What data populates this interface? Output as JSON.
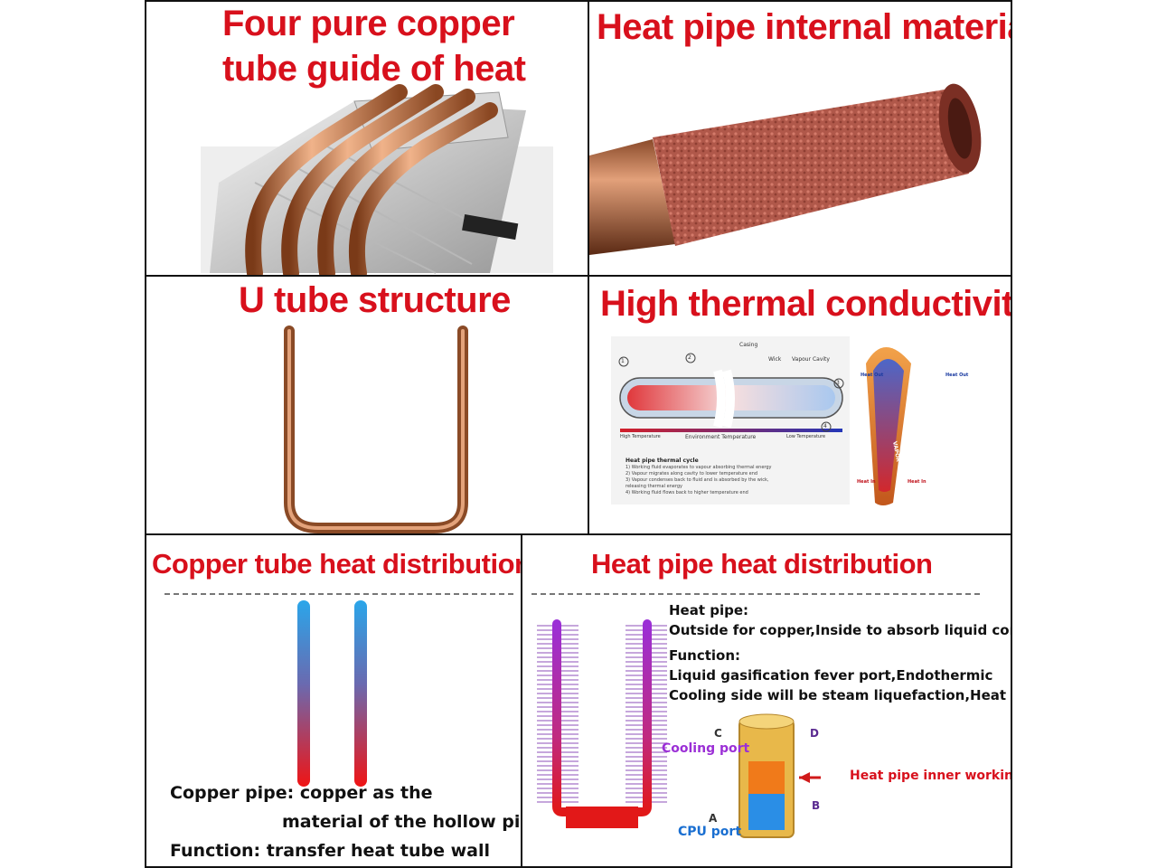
{
  "panels": {
    "top_left": {
      "title_line1": "Four pure copper",
      "title_line2": "tube guide of heat"
    },
    "top_right": {
      "title": "Heat pipe internal material"
    },
    "mid_left": {
      "title": "U tube structure"
    },
    "mid_right": {
      "title": "High thermal conductivity",
      "diagram": {
        "labels": [
          "Casing",
          "Wick",
          "Vapour Cavity",
          "High Temperature",
          "Environment Temperature",
          "Low Temperature",
          "Heat Out",
          "Heat Out",
          "Heat In",
          "Heat In",
          "VAPOR"
        ],
        "cycle_title": "Heat pipe thermal cycle",
        "cycle_steps": [
          "1) Working fluid evaporates to vapour absorbing thermal energy",
          "2) Vapour migrates along cavity to lower temperature end",
          "3) Vapour condenses back to fluid and is absorbed by the wick,",
          "    releasing thermal energy",
          "4) Working fluid flows back to higher temperature end"
        ],
        "markers": [
          "1",
          "2",
          "3",
          "4"
        ]
      }
    },
    "bottom_left": {
      "title": "Copper tube heat distribution",
      "text_line1": "Copper pipe: copper as the",
      "text_line2": "material of the hollow pipe",
      "text_line3": "Function: transfer heat tube wall"
    },
    "bottom_right": {
      "title": "Heat pipe heat distribution",
      "heat_pipe_label": "Heat pipe:",
      "heat_pipe_desc": "Outside for copper,Inside to absorb liquid core",
      "function_label": "Function:",
      "function_line1": "Liquid gasification fever port,Endothermic",
      "function_line2": "Cooling side will be steam liquefaction,Heat release",
      "cooling_port": "Cooling port",
      "cpu_port": "CPU port",
      "inner_workings": "Heat pipe inner workings",
      "markers": [
        "A",
        "B",
        "C",
        "D"
      ]
    }
  },
  "colors": {
    "title_red": "#d8101c",
    "copper": "#c57a4a",
    "cooling_purple": "#9b2fd6",
    "cpu_blue": "#1a6fd1"
  }
}
